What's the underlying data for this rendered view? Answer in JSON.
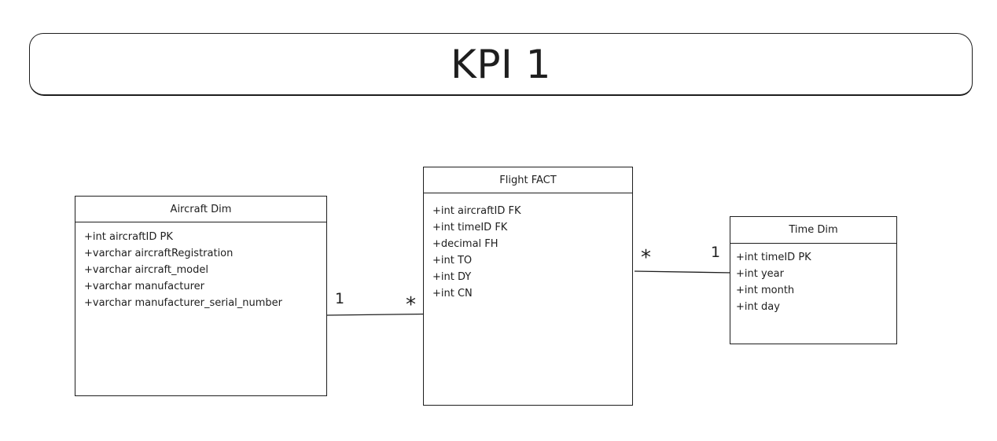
{
  "title": "KPI 1",
  "entities": {
    "aircraft_dim": {
      "name": "Aircraft Dim",
      "attributes": [
        "+int aircraftID PK",
        "+varchar aircraftRegistration",
        "+varchar aircraft_model",
        "+varchar manufacturer",
        "+varchar manufacturer_serial_number"
      ]
    },
    "flight_fact": {
      "name": "Flight FACT",
      "attributes": [
        "+int aircraftID FK",
        "+int timeID FK",
        "+decimal FH",
        "+int TO",
        "+int DY",
        "+int CN"
      ]
    },
    "time_dim": {
      "name": "Time Dim",
      "attributes": [
        "+int timeID PK",
        "+int year",
        "+int month",
        "+int day"
      ]
    }
  },
  "relationships": [
    {
      "from": "Aircraft Dim",
      "to": "Flight FACT",
      "from_multiplicity": "1",
      "to_multiplicity": "*"
    },
    {
      "from": "Time Dim",
      "to": "Flight FACT",
      "from_multiplicity": "1",
      "to_multiplicity": "*"
    }
  ]
}
